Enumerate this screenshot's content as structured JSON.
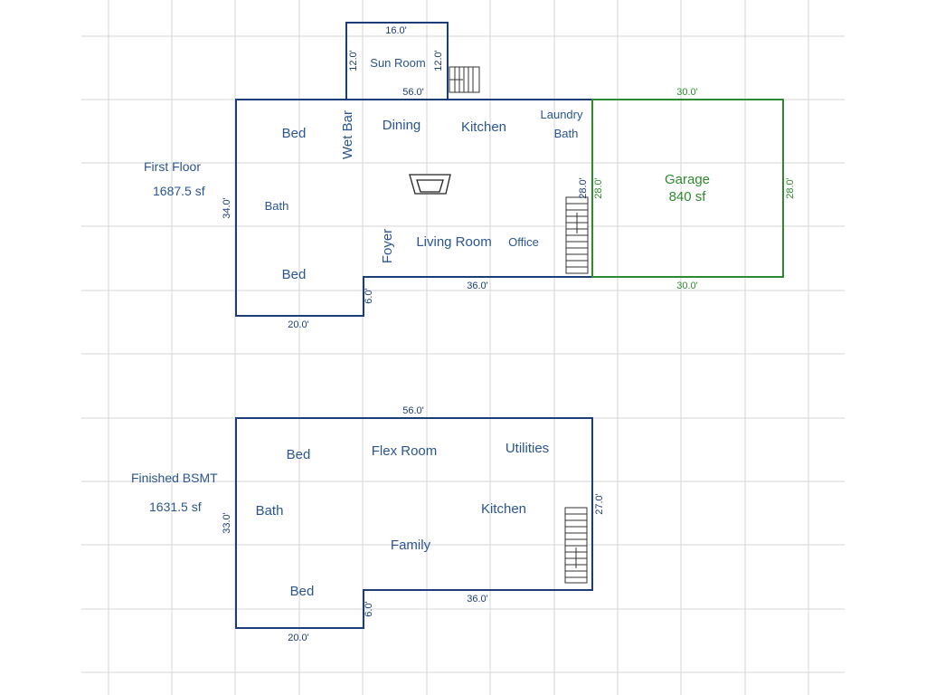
{
  "colors": {
    "wall": "#1c3d78",
    "garage": "#2f8a2f",
    "grid": "#d6d6d6",
    "text": "#2a5590"
  },
  "first_floor": {
    "title": "First Floor",
    "area": "1687.5 sf",
    "rooms": {
      "bed_top": "Bed",
      "wet_bar": "Wet Bar",
      "dining": "Dining",
      "kitchen": "Kitchen",
      "laundry": "Laundry",
      "laundry_bath": "Bath",
      "bath": "Bath",
      "foyer": "Foyer",
      "living_room": "Living Room",
      "office": "Office",
      "bed_bottom": "Bed",
      "sun_room": "Sun Room"
    },
    "dims": {
      "sun_top": "16.0'",
      "sun_left": "12.0'",
      "sun_right": "12.0'",
      "top": "56.0'",
      "left": "34.0'",
      "right": "28.0'",
      "bottom_right": "36.0'",
      "step": "6.0'",
      "bottom_left": "20.0'"
    }
  },
  "garage": {
    "name": "Garage",
    "area": "840 sf",
    "dims": {
      "top": "30.0'",
      "bottom": "30.0'",
      "left": "28.0'",
      "right": "28.0'"
    }
  },
  "basement": {
    "title": "Finished BSMT",
    "area": "1631.5 sf",
    "rooms": {
      "bed_top": "Bed",
      "flex_room": "Flex Room",
      "utilities": "Utilities",
      "bath": "Bath",
      "kitchen": "Kitchen",
      "family": "Family",
      "bed_bottom": "Bed"
    },
    "dims": {
      "top": "56.0'",
      "left": "33.0'",
      "right": "27.0'",
      "bottom_right": "36.0'",
      "step": "6.0'",
      "bottom_left": "20.0'"
    }
  }
}
